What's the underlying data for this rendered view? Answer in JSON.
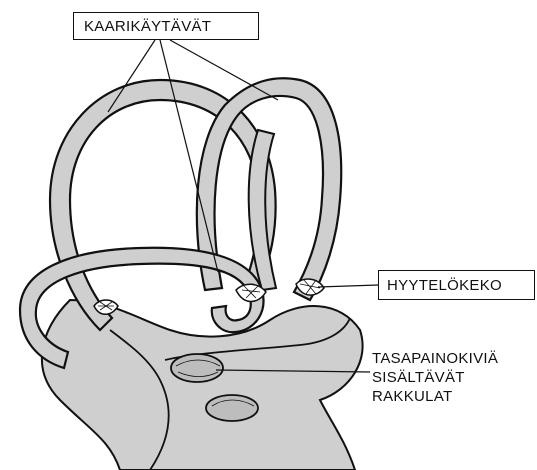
{
  "labels": {
    "semicircular_canals": "KAARIKÄYTÄVÄT",
    "cupula": "HYYTELÖKEKO",
    "otolith_organs": [
      "TASAPAINOKIVIÄ",
      "SISÄLTÄVÄT",
      "RAKKULAT"
    ]
  },
  "colors": {
    "outline": "#111111",
    "tube_fill": "#cfcfcf",
    "background": "#ffffff"
  }
}
